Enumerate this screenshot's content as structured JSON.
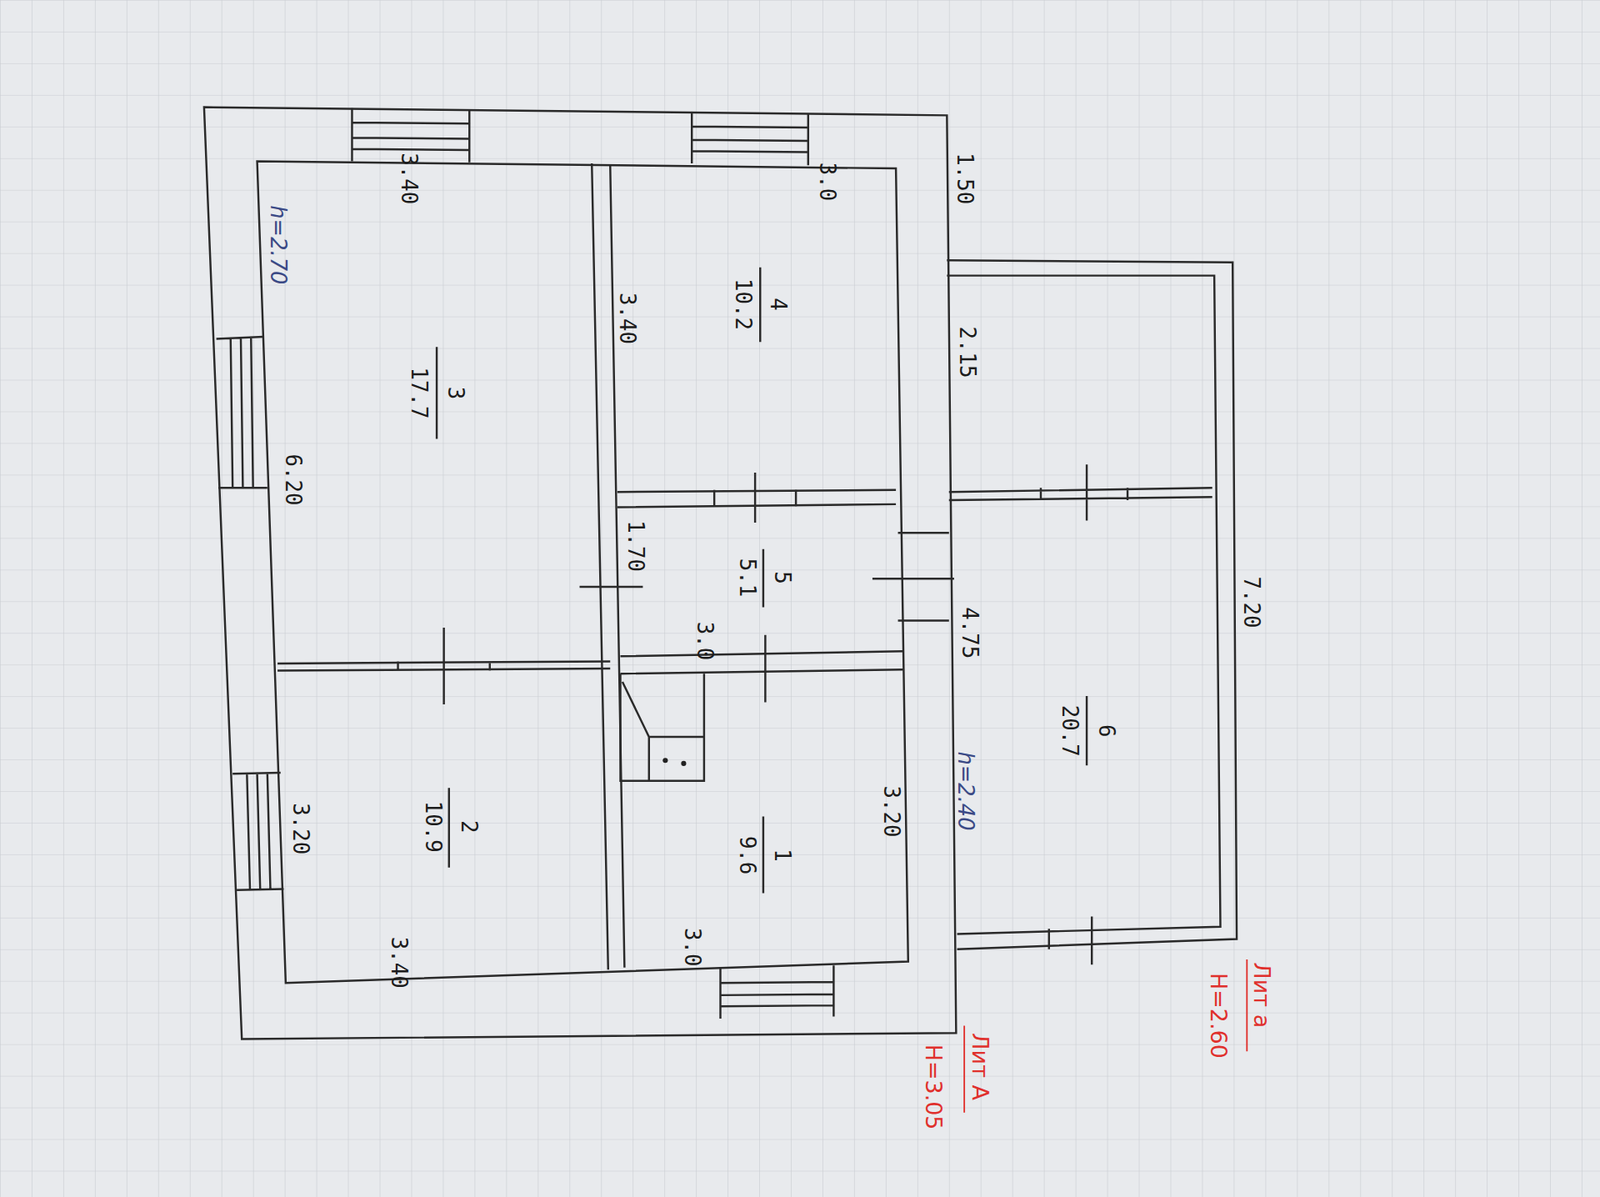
{
  "diagram": {
    "labels": [
      "1.50",
      "3.40",
      "3.0",
      "h=2.70",
      "3.40",
      "4",
      "10.2",
      "3",
      "17.7",
      "2.15",
      "6.20",
      "1.70",
      "5",
      "5.1",
      "3.0",
      "4.75",
      "7.20",
      "6",
      "20.7",
      "h=2.40",
      "3.20",
      "3.20",
      "2",
      "10.9",
      "1",
      "9.6",
      "3.40",
      "3.0",
      "Лит А",
      "Н=3.05",
      "Лит а",
      "Н=2.60"
    ]
  }
}
